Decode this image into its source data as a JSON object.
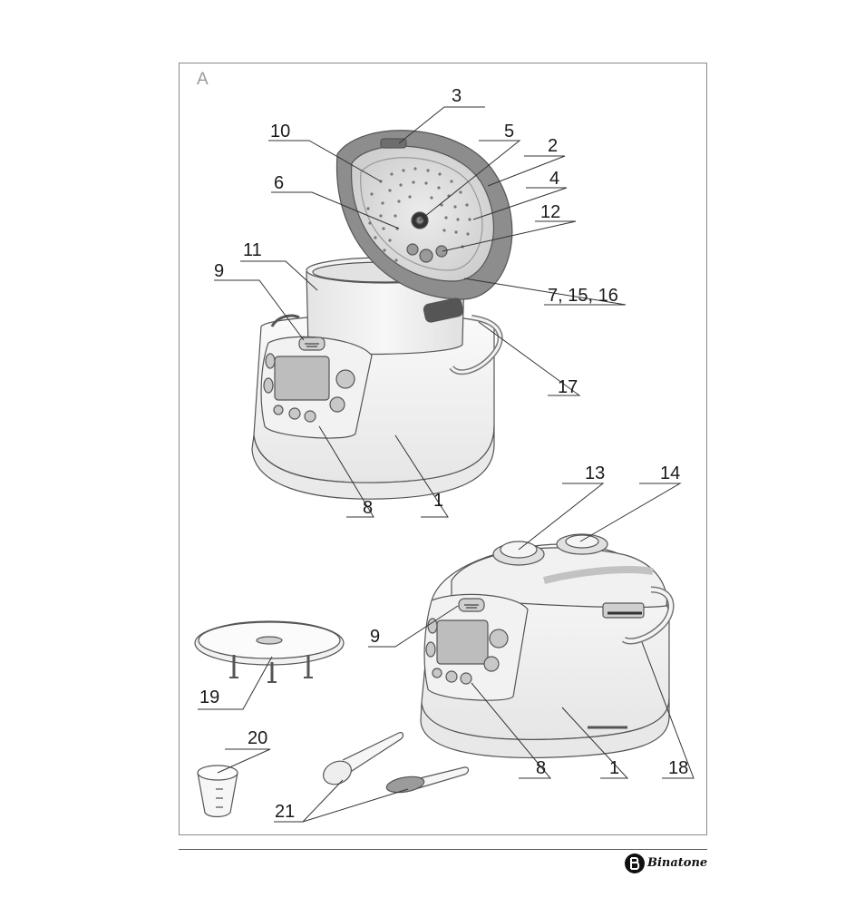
{
  "figure": {
    "panel_letter": "A",
    "brand": {
      "name": "Binatone",
      "logo_icon": "binatone-b-logo"
    },
    "callouts": [
      {
        "id": "c3",
        "text": "3"
      },
      {
        "id": "c10",
        "text": "10"
      },
      {
        "id": "c5",
        "text": "5"
      },
      {
        "id": "c2",
        "text": "2"
      },
      {
        "id": "c6",
        "text": "6"
      },
      {
        "id": "c4",
        "text": "4"
      },
      {
        "id": "c12",
        "text": "12"
      },
      {
        "id": "c11",
        "text": "11"
      },
      {
        "id": "c9a",
        "text": "9"
      },
      {
        "id": "c7",
        "text": "7, 15, 16"
      },
      {
        "id": "c17",
        "text": "17"
      },
      {
        "id": "c8a",
        "text": "8"
      },
      {
        "id": "c1a",
        "text": "1"
      },
      {
        "id": "c13",
        "text": "13"
      },
      {
        "id": "c14",
        "text": "14"
      },
      {
        "id": "c9b",
        "text": "9"
      },
      {
        "id": "c19",
        "text": "19"
      },
      {
        "id": "c20",
        "text": "20"
      },
      {
        "id": "c21",
        "text": "21"
      },
      {
        "id": "c8b",
        "text": "8"
      },
      {
        "id": "c1b",
        "text": "1"
      },
      {
        "id": "c18",
        "text": "18"
      }
    ]
  }
}
